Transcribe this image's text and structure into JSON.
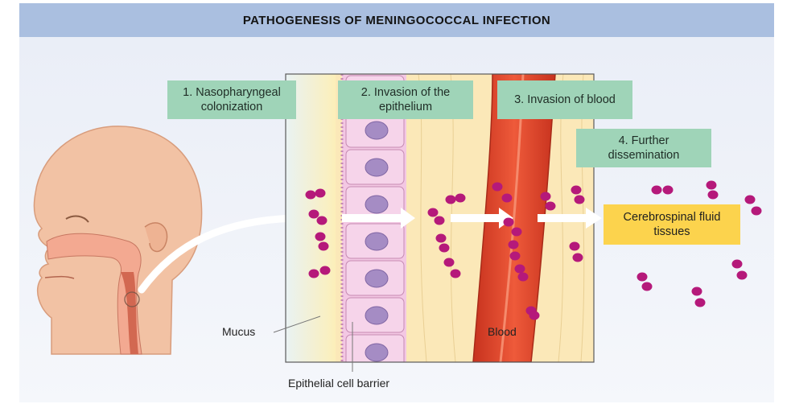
{
  "title": "PATHOGENESIS OF MENINGOCOCCAL INFECTION",
  "steps": [
    {
      "label": "1. Nasopharyngeal colonization"
    },
    {
      "label": "2. Invasion of the epithelium"
    },
    {
      "label": "3. Invasion of blood"
    },
    {
      "label": "4. Further dissemination"
    }
  ],
  "destination": "Cerebrospinal fluid tissues",
  "labels": {
    "mucus": "Mucus",
    "epithelial": "Epithelial cell barrier",
    "blood": "Blood"
  },
  "colors": {
    "title_bar": "#aabfe0",
    "step_box": "#9fd4b8",
    "destination_box": "#fcd34d",
    "bacteria": "#b5197a",
    "blood_vessel": "#d8462c",
    "skin": "#f2c2a4",
    "tissue": "#fbe8b8",
    "epithelial_cell": "#f3c7e3"
  }
}
